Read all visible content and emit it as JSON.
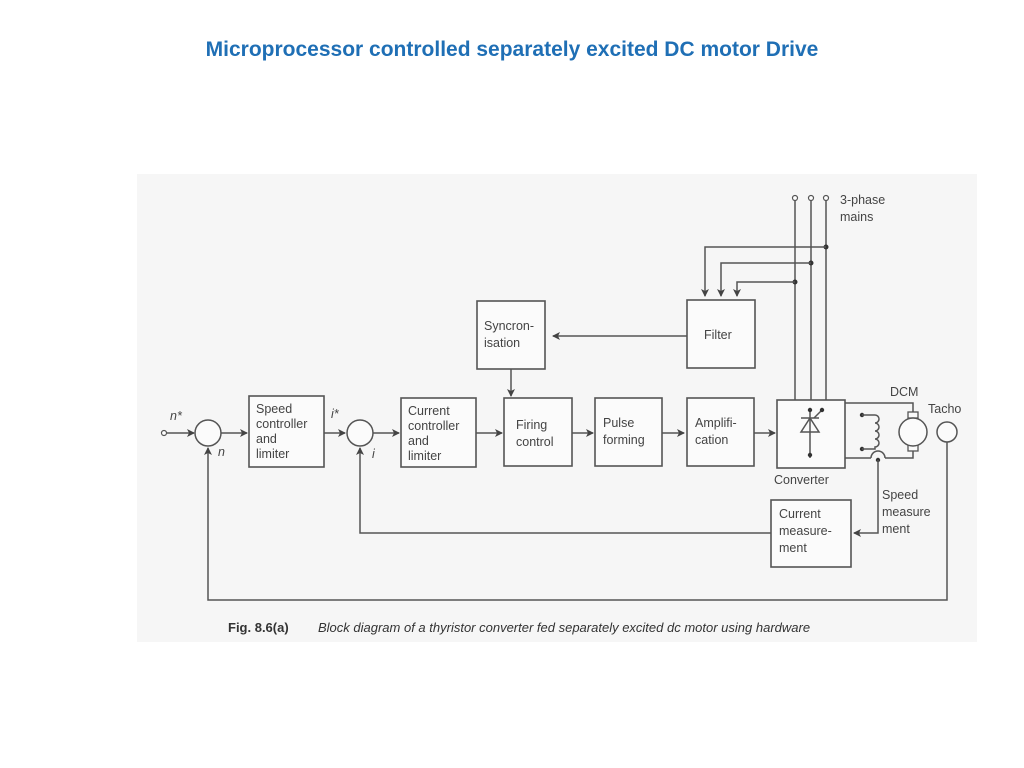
{
  "slide_title": "Microprocessor controlled separately excited DC motor Drive",
  "figure": {
    "caption_label": "Fig. 8.6(a)",
    "caption_text": "Block diagram of a thyristor converter fed separately excited dc motor using hardware",
    "signals": {
      "speed_ref": "n*",
      "speed_fb": "n",
      "current_ref": "i*",
      "current_fb": "i"
    },
    "blocks": {
      "speed_controller": [
        "Speed",
        "controller",
        "and",
        "limiter"
      ],
      "current_controller": [
        "Current",
        "controller",
        "and",
        "limiter"
      ],
      "syncronisation": [
        "Syncron-",
        "isation"
      ],
      "firing_control": [
        "Firing",
        "control"
      ],
      "pulse_forming": [
        "Pulse",
        "forming"
      ],
      "amplification": [
        "Amplifi-",
        "cation"
      ],
      "filter": [
        "Filter"
      ],
      "current_measurement": [
        "Current",
        "measure-",
        "ment"
      ]
    },
    "labels": {
      "mains": [
        "3-phase",
        "mains"
      ],
      "converter": "Converter",
      "dcm": "DCM",
      "tacho": "Tacho",
      "speed_measurement": [
        "Speed",
        "measure",
        "ment"
      ]
    }
  }
}
